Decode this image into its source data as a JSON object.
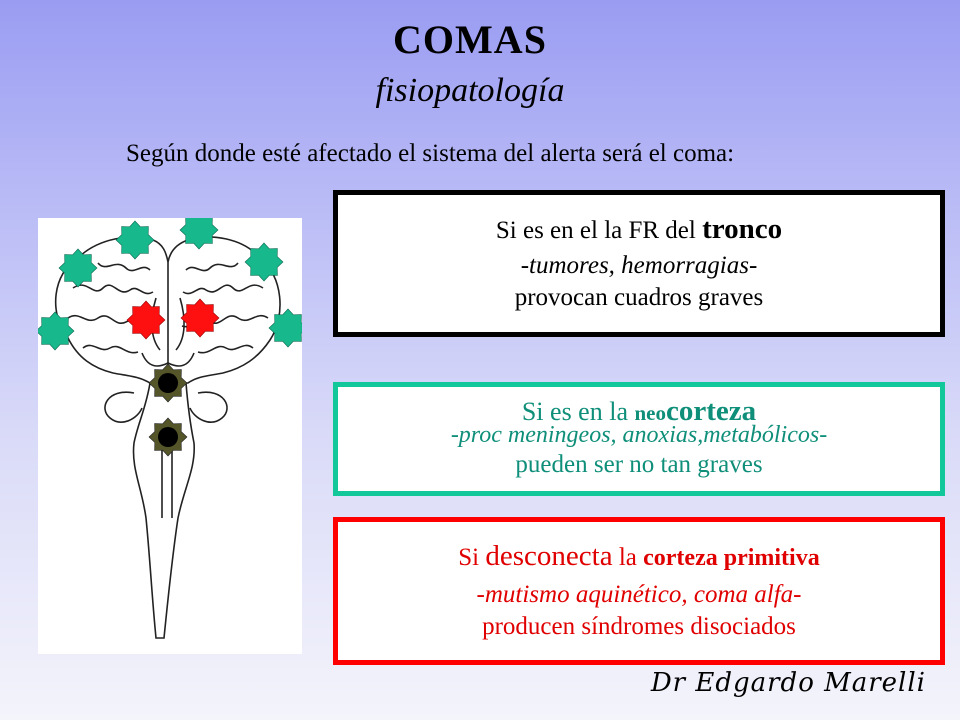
{
  "title": "COMAS",
  "subtitle": "fisiopatología",
  "intro": "Según donde esté afectado el sistema del alerta será el coma:",
  "box_tronco": {
    "l1_pre": "Si es en el la FR del ",
    "l1_bold": "tronco",
    "l2": "-tumores, hemorragias-",
    "l3": "provocan cuadros graves"
  },
  "box_neocorteza": {
    "l1_pre": "Si es en  la ",
    "l1_neo": "neo",
    "l1_cort": "corteza",
    "l2": "-proc meningeos, anoxias,metabólicos-",
    "l3": "pueden ser no tan graves"
  },
  "box_primitiva": {
    "l1_si": "Si ",
    "l1_big": "desconecta",
    "l1_la": " la ",
    "l1_bold": "corteza primitiva",
    "l2": "-mutismo aquinético, coma alfa-",
    "l3": "producen síndromes disociados"
  },
  "signature": "Dr Edgardo Marelli",
  "colors": {
    "neocorteza": "#12c79a",
    "primitiva": "#ff0000",
    "tronco": "#000000",
    "star_green": "#17b98c",
    "star_red": "#ff1010",
    "star_dark": "#444422"
  }
}
